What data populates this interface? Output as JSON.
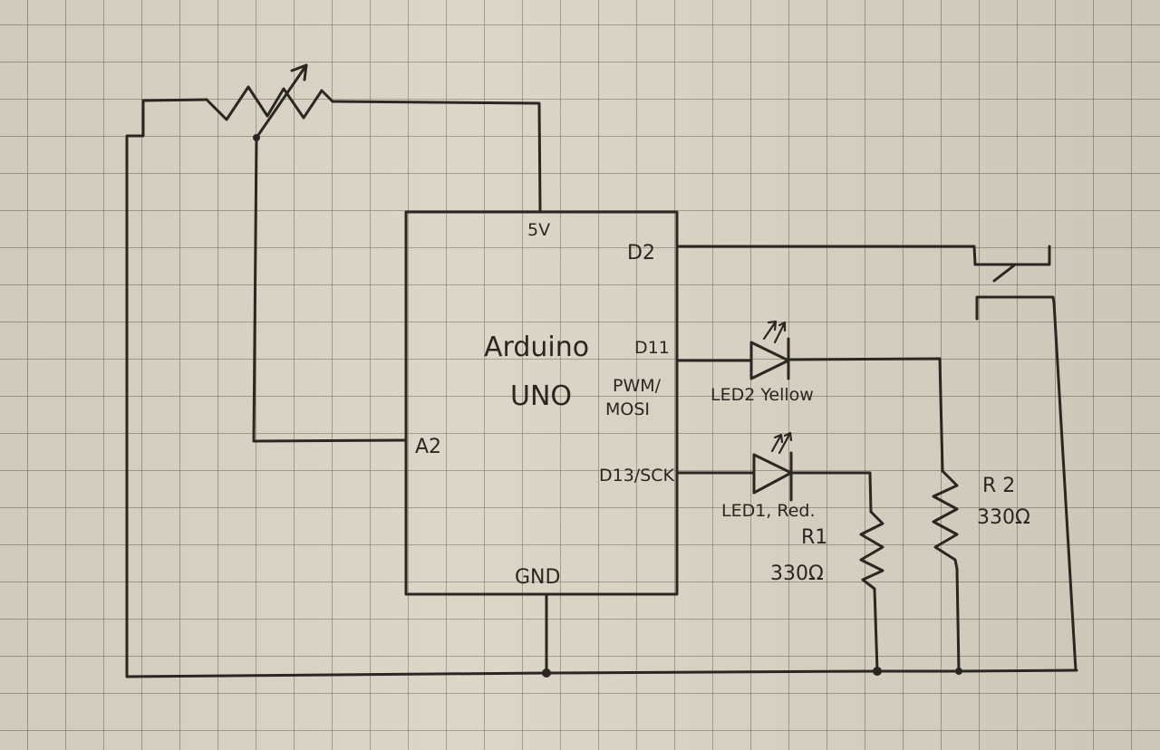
{
  "diagram": {
    "type": "hand-drawn circuit schematic on graph paper",
    "ink_color": "#2a2622",
    "paper_color": "#d9d3c4"
  },
  "board": {
    "name_line1": "Arduino",
    "name_line2": "UNO",
    "pins": {
      "five_v": "5V",
      "d2": "D2",
      "d11": "D11",
      "d11_func_line1": "PWM/",
      "d11_func_line2": "MOSI",
      "a2": "A2",
      "d13": "D13/SCK",
      "gnd": "GND"
    }
  },
  "components": {
    "potentiometer": {
      "label": ""
    },
    "switch": {
      "label": ""
    },
    "led2": {
      "label": "LED2 Yellow"
    },
    "led1": {
      "label": "LED1, Red."
    },
    "r1": {
      "name": "R1",
      "value": "330Ω"
    },
    "r2": {
      "name": "R 2",
      "value": "330Ω"
    }
  },
  "connections": [
    "Potentiometer between left rail and 5V; wiper to A2",
    "D2 to push switch to ground rail",
    "D11 to LED2 (Yellow) to R2 to ground",
    "D13/SCK to LED1 (Red) to R1 to ground",
    "GND to common ground rail"
  ]
}
